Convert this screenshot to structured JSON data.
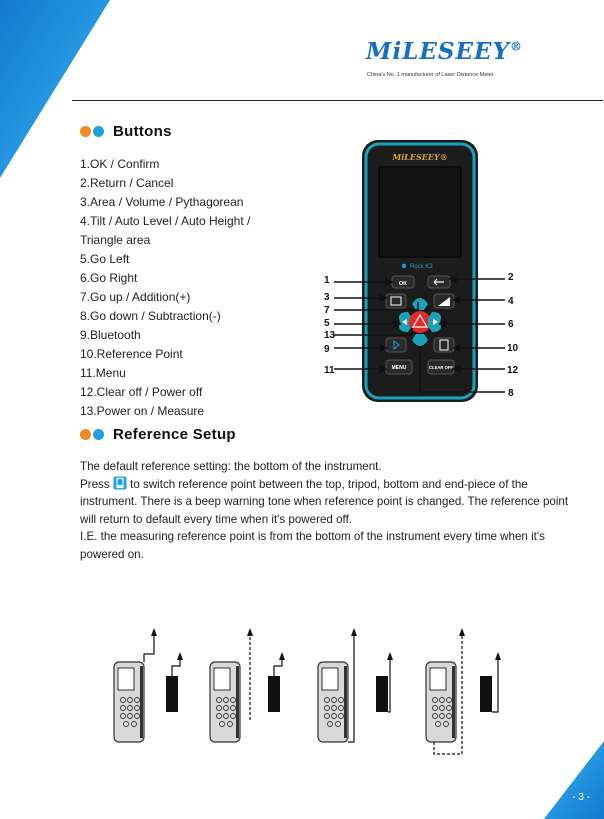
{
  "brand": {
    "logo": "MiLESEEY",
    "registered": "®",
    "tagline": "China's No. 1 manufacturer of Laser Distance Meter"
  },
  "buttons_section": {
    "title": "Buttons",
    "items": [
      "1.OK / Confirm",
      "2.Return / Cancel",
      "3.Area / Volume / Pythagorean",
      "4.Tilt / Auto Level / Auto Height /",
      "Triangle area",
      "5.Go Left",
      "6.Go Right",
      "7.Go up / Addition(+)",
      "8.Go down / Subtraction(-)",
      "9.Bluetooth",
      "10.Reference Point",
      "11.Menu",
      "12.Clear off / Power off",
      "13.Power on / Measure"
    ]
  },
  "device": {
    "brand_label": "MiLESEEY®",
    "model_label": "Rock K3",
    "key_ok": "OK",
    "key_menu": "MENU",
    "key_clear": "CLEAR OFF",
    "callouts": [
      "1",
      "2",
      "3",
      "4",
      "5",
      "6",
      "7",
      "8",
      "9",
      "10",
      "11",
      "12",
      "13"
    ]
  },
  "reference_section": {
    "title": "Reference Setup",
    "para1": "The default reference setting: the bottom of the instrument.",
    "para2_before_icon": "Press",
    "para2_after_icon": " to switch reference point between the top, tripod, bottom and end-piece of the instrument. There is a beep warning tone when reference point is changed. The reference point will return to default every time when it's powered off.",
    "para3": "I.E. the measuring reference point is from the bottom of the instrument every time when it's powered on."
  },
  "page_number": "- 3 -",
  "colors": {
    "accent_blue": "#1f9fe0",
    "accent_orange": "#f08a24",
    "logo_blue": "#1570c4",
    "device_teal": "#1aa3b8",
    "measure_red": "#e02a2a"
  }
}
